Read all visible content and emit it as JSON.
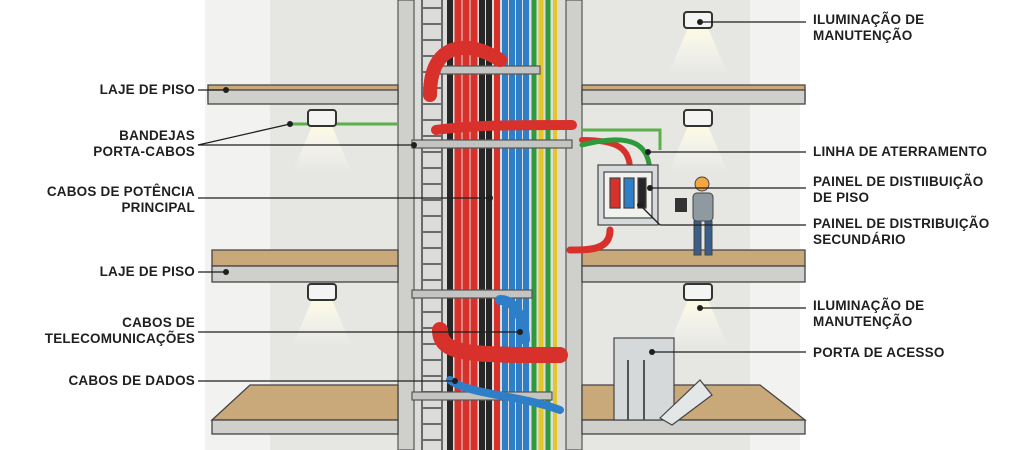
{
  "labels_left": {
    "laje_de_piso_1": [
      "LAJE DE PISO"
    ],
    "bandejas": [
      "BANDEJAS",
      "PORTA-CABOS"
    ],
    "cabos_potencia": [
      "CABOS DE POTÊNCIA",
      "PRINCIPAL"
    ],
    "laje_de_piso_2": [
      "LAJE DE PISO"
    ],
    "cabos_telecom": [
      "CABOS DE",
      "TELECOMUNICAÇÕES"
    ],
    "cabos_dados": [
      "CABOS DE DADOS"
    ]
  },
  "labels_right": {
    "iluminacao_1": [
      "ILUMINAÇÃO DE",
      "MANUTENÇÃO"
    ],
    "linha_aterramento": [
      "LINHA DE ATERRAMENTO"
    ],
    "painel_piso": [
      "PAINEL DE DISTIIBUIÇÃO",
      "DE PISO"
    ],
    "painel_secundario": [
      "PAINEL DE DISTRIBUIÇÃO",
      "SECUNDÁRIO"
    ],
    "iluminacao_2": [
      "ILUMINAÇÃO DE",
      "MANUTENÇÃO"
    ],
    "porta_acesso": [
      "PORTA DE ACESSO"
    ]
  },
  "colors": {
    "wall": "#e8e8e6",
    "concrete": "#d3d3d0",
    "floor_top": "#c9a97a",
    "cable_red": "#d8312b",
    "cable_blue": "#2f7fc8",
    "cable_black": "#262626",
    "cable_green": "#2f9a3c",
    "cable_yellow": "#e3c72a",
    "ground_line": "#5bb04a"
  }
}
